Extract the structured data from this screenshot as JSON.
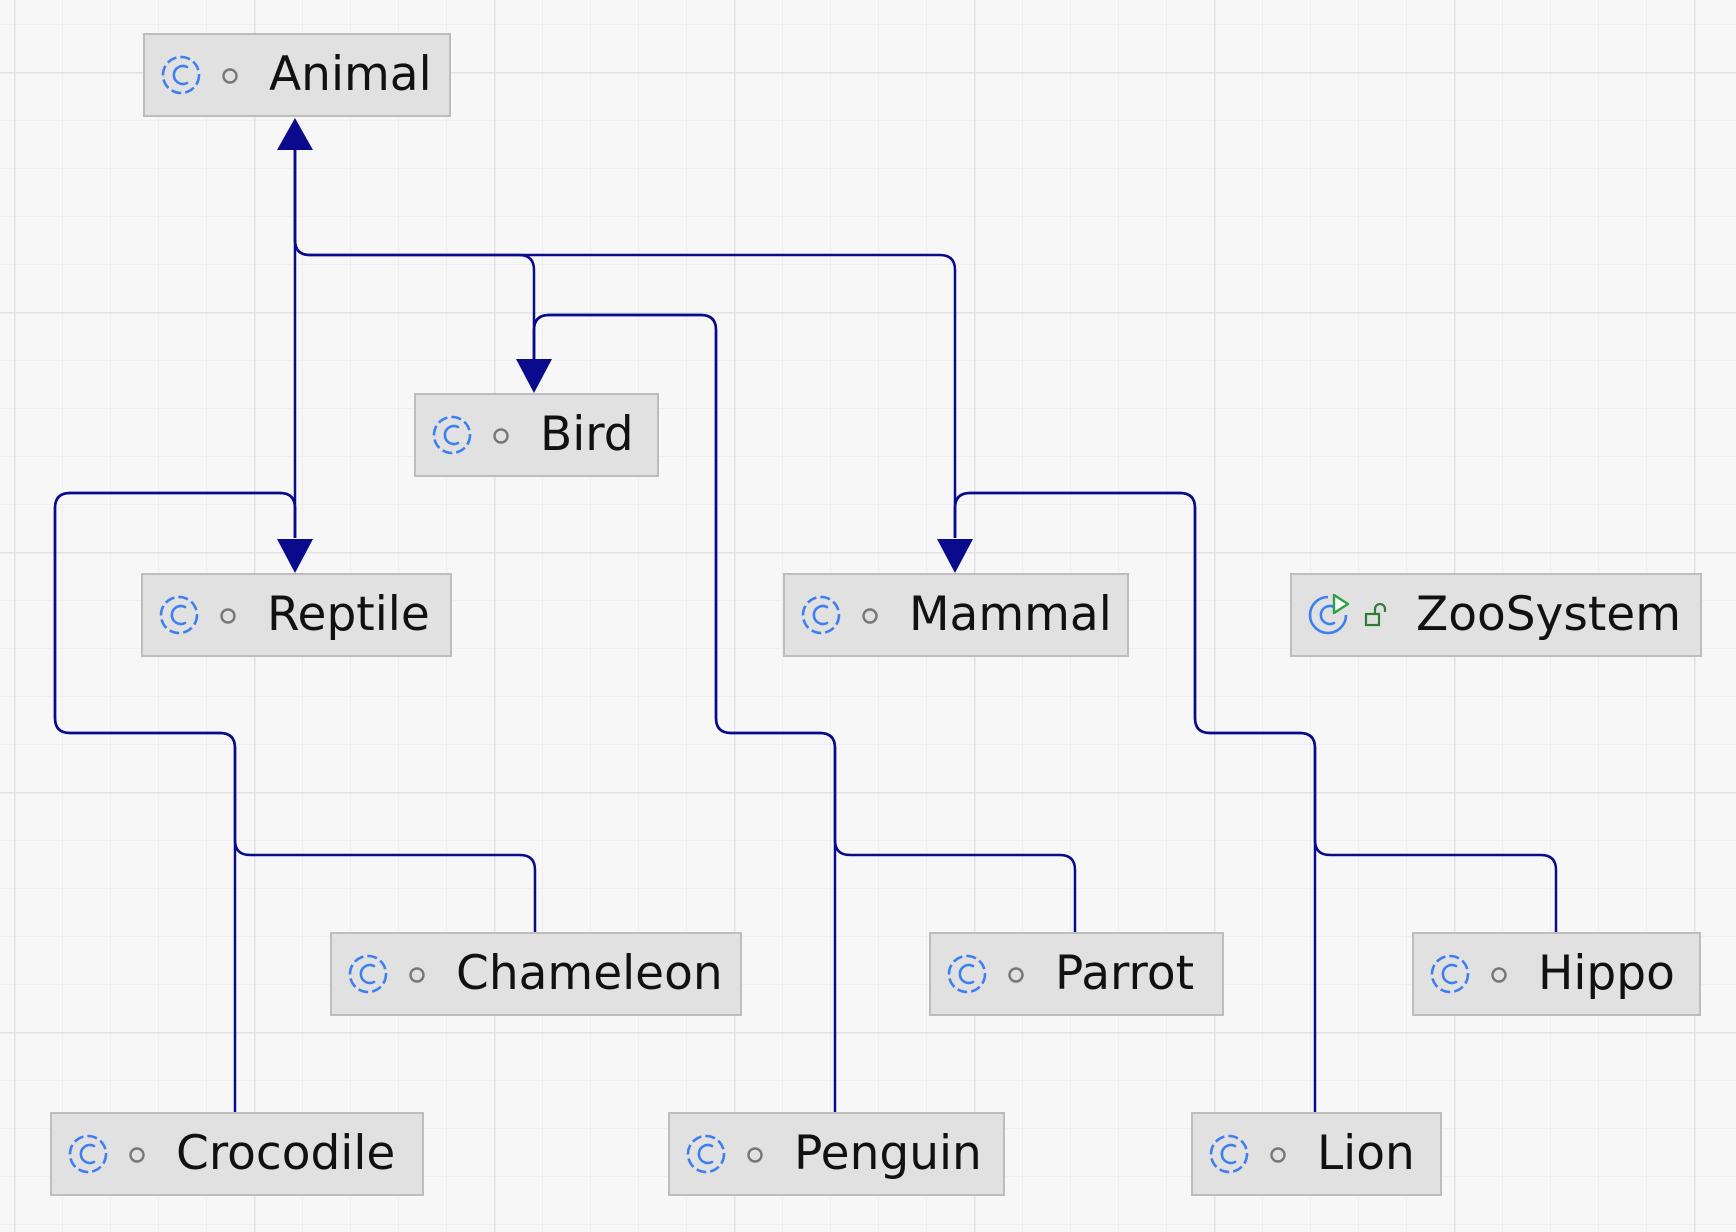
{
  "diagram": {
    "nodes": [
      {
        "id": "animal",
        "label": "Animal",
        "kind": "class",
        "visibility": "package"
      },
      {
        "id": "bird",
        "label": "Bird",
        "kind": "class",
        "visibility": "package"
      },
      {
        "id": "reptile",
        "label": "Reptile",
        "kind": "class",
        "visibility": "package"
      },
      {
        "id": "mammal",
        "label": "Mammal",
        "kind": "class",
        "visibility": "package"
      },
      {
        "id": "zoosystem",
        "label": "ZooSystem",
        "kind": "main-class",
        "visibility": "public"
      },
      {
        "id": "chameleon",
        "label": "Chameleon",
        "kind": "class",
        "visibility": "package"
      },
      {
        "id": "parrot",
        "label": "Parrot",
        "kind": "class",
        "visibility": "package"
      },
      {
        "id": "hippo",
        "label": "Hippo",
        "kind": "class",
        "visibility": "package"
      },
      {
        "id": "crocodile",
        "label": "Crocodile",
        "kind": "class",
        "visibility": "package"
      },
      {
        "id": "penguin",
        "label": "Penguin",
        "kind": "class",
        "visibility": "package"
      },
      {
        "id": "lion",
        "label": "Lion",
        "kind": "class",
        "visibility": "package"
      }
    ],
    "edges": [
      {
        "from": "bird",
        "to": "animal",
        "relation": "extends"
      },
      {
        "from": "reptile",
        "to": "animal",
        "relation": "extends"
      },
      {
        "from": "mammal",
        "to": "animal",
        "relation": "extends"
      },
      {
        "from": "chameleon",
        "to": "reptile",
        "relation": "extends"
      },
      {
        "from": "crocodile",
        "to": "reptile",
        "relation": "extends"
      },
      {
        "from": "parrot",
        "to": "bird",
        "relation": "extends"
      },
      {
        "from": "penguin",
        "to": "bird",
        "relation": "extends"
      },
      {
        "from": "hippo",
        "to": "mammal",
        "relation": "extends"
      },
      {
        "from": "lion",
        "to": "mammal",
        "relation": "extends"
      }
    ]
  },
  "colors": {
    "edge": "#0a0a8c",
    "class_icon": "#3d7ef0",
    "main_run": "#2ea043",
    "visibility_package": "#777777",
    "visibility_public": "#2e7d32",
    "node_fill": "#e1e1e1",
    "node_border": "#bdbdbd",
    "text": "#111111"
  },
  "icons": {
    "class": "class-c-icon",
    "main-class": "runnable-class-icon",
    "package": "package-private-circle-icon",
    "public": "public-open-lock-icon"
  }
}
